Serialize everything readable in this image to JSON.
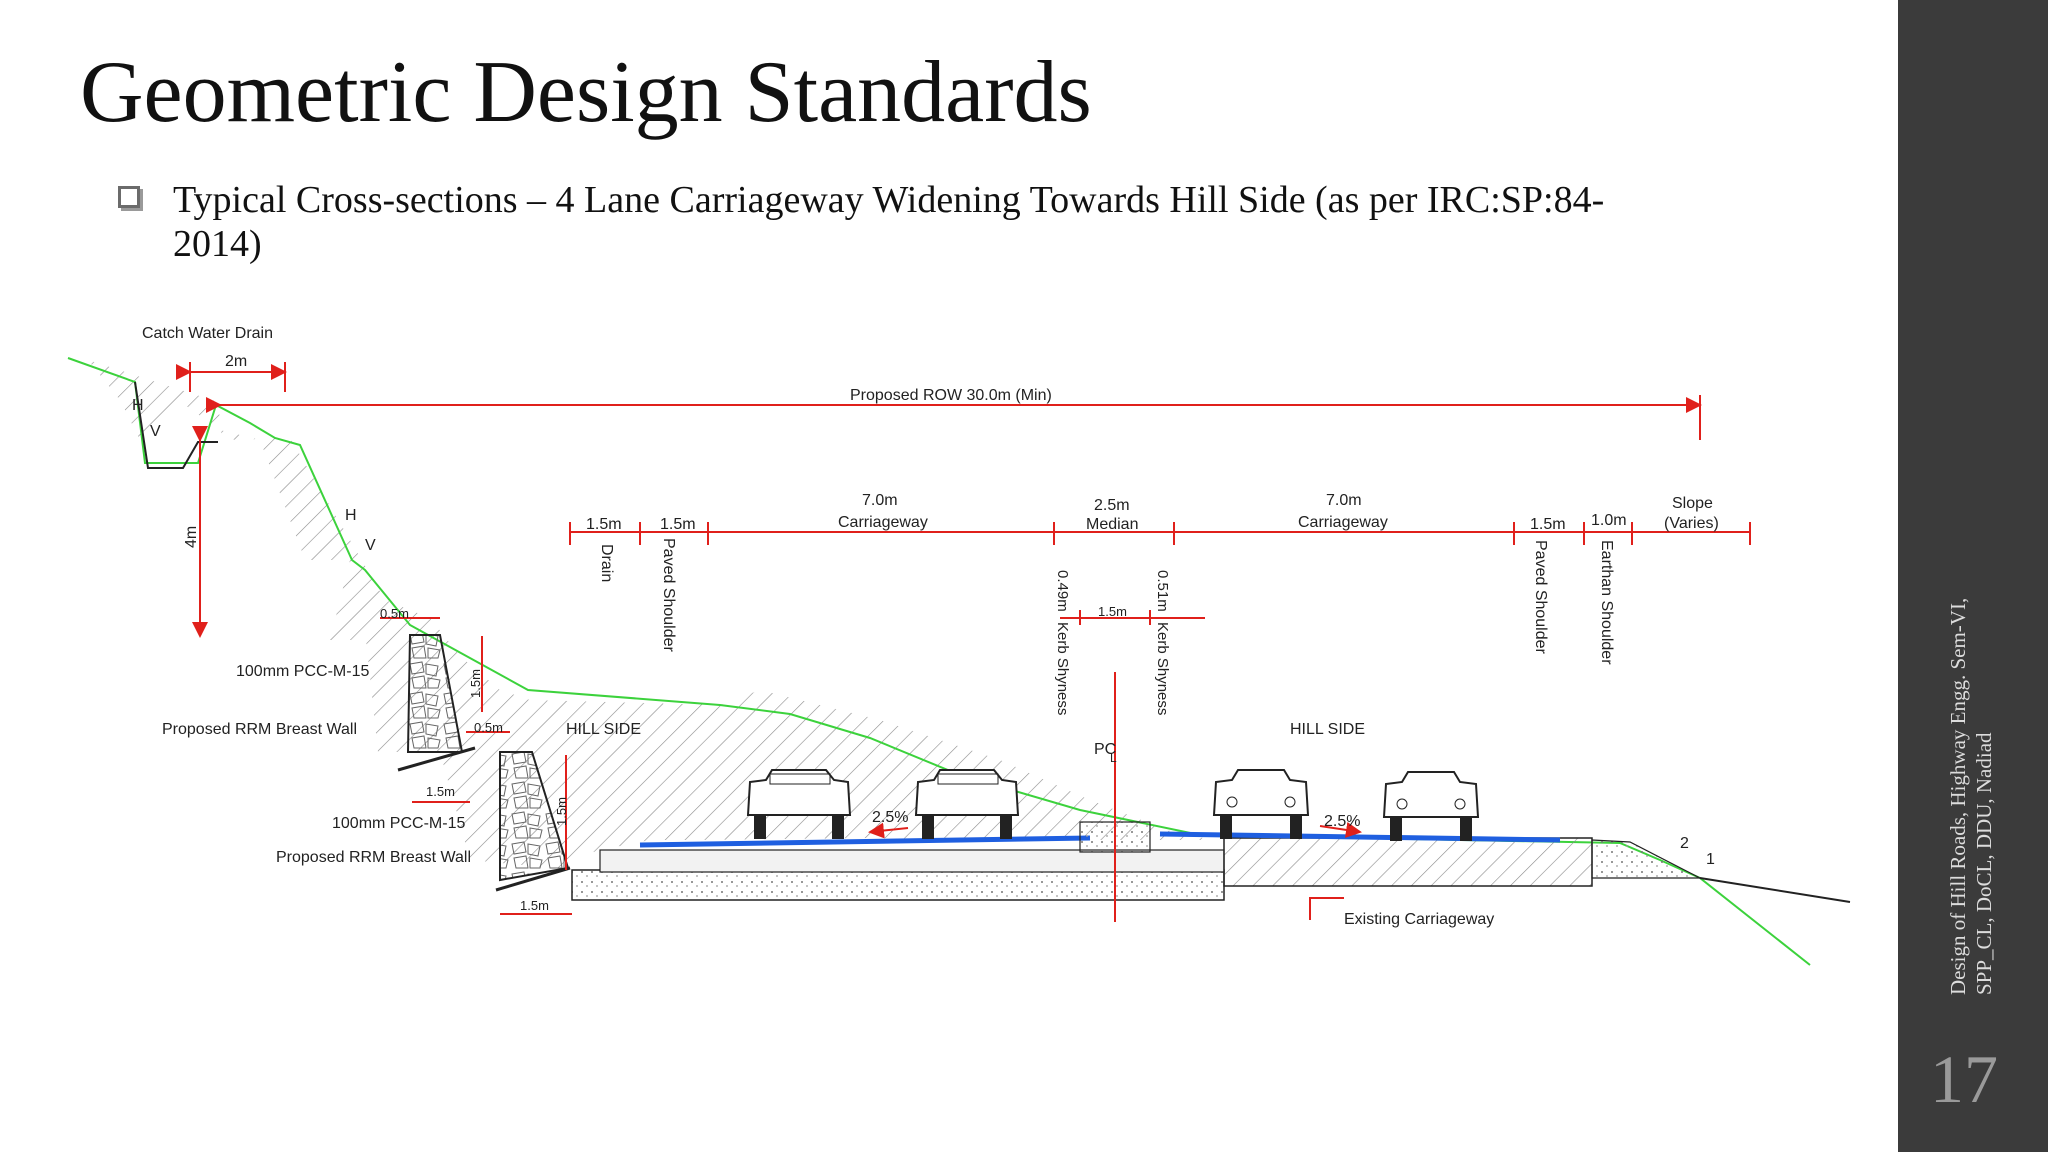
{
  "slide": {
    "title": "Geometric Design Standards",
    "bullet": "Typical Cross-sections – 4 Lane Carriageway Widening Towards Hill Side (as per IRC:SP:84-2014)",
    "side_caption_line1": "Design of Hill Roads, Highway Engg. Sem-VI,",
    "side_caption_line2": "SPP_CL, DoCL, DDU, Nadiad",
    "page_number": "17"
  },
  "diagram": {
    "labels": {
      "catch_water_drain": "Catch Water Drain",
      "drain_width": "2m",
      "row": "Proposed ROW 30.0m (Min)",
      "h1": "H",
      "v1": "V",
      "h2": "H",
      "v2": "V",
      "height_4m": "4m",
      "dim_0_5m_a": "0.5m",
      "dim_1_5m_wall1": "1.5m",
      "dim_0_5m_b": "0.5m",
      "dim_1_5m_base1": "1.5m",
      "dim_1_5m_wall2": "1.5m",
      "dim_1_5m_base2": "1.5m",
      "pcc1": "100mm PCC-M-15",
      "wall1": "Proposed RRM Breast Wall",
      "pcc2": "100mm PCC-M-15",
      "wall2": "Proposed RRM Breast Wall",
      "hill_side_left": "HILL SIDE",
      "hill_side_right": "HILL SIDE",
      "drain_dim": "1.5m",
      "drain_label": "Drain",
      "paved_dim_left": "1.5m",
      "paved_shoulder_left": "Paved Shoulder",
      "cw_left_dim": "7.0m",
      "cw_left": "Carriageway",
      "median_dim": "2.5m",
      "median": "Median",
      "cw_right_dim": "7.0m",
      "cw_right": "Carriageway",
      "paved_dim_right": "1.5m",
      "paved_shoulder_right": "Paved Shoulder",
      "earthen_dim": "1.0m",
      "earthen_shoulder": "Earthan Shoulder",
      "slope_top": "Slope",
      "slope_bottom": "(Varies)",
      "kerb_left_dim": "0.49m",
      "kerb_left": "Kerb Shyness",
      "median_inner": "1.5m",
      "kerb_right_dim": "0.51m",
      "kerb_right": "Kerb Shyness",
      "pc": "PC",
      "pc_sub": "L",
      "camber_left": "2.5%",
      "camber_right": "2.5%",
      "slope_ratio_v": "2",
      "slope_ratio_h": "1",
      "existing": "Existing Carriageway"
    },
    "colors": {
      "dimension": "#e0201b",
      "ground": "#3cd23c",
      "pavement": "#1f5fe0",
      "line": "#222222"
    }
  }
}
